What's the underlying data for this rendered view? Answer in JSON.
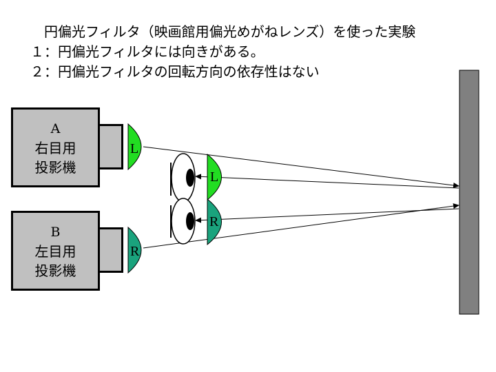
{
  "title": {
    "line0": "円偏光フィルタ（映画館用偏光めがねレンズ）を使った実験",
    "line1": "１：円偏光フィルタには向きがある。",
    "line2": "２：円偏光フィルタの回転方向の依存性はない"
  },
  "projectors": {
    "a": {
      "letter": "A",
      "line1": "右目用",
      "line2": "投影機"
    },
    "b": {
      "letter": "B",
      "line1": "左目用",
      "line2": "投影機"
    }
  },
  "filters": {
    "proj_a": "L",
    "proj_b": "R",
    "eye_upper": "L",
    "eye_lower": "R"
  },
  "colors": {
    "filter_green": "#22dd22",
    "filter_teal": "#1aa37d",
    "projector_gray": "#c0c0c0",
    "screen_gray": "#808080"
  }
}
